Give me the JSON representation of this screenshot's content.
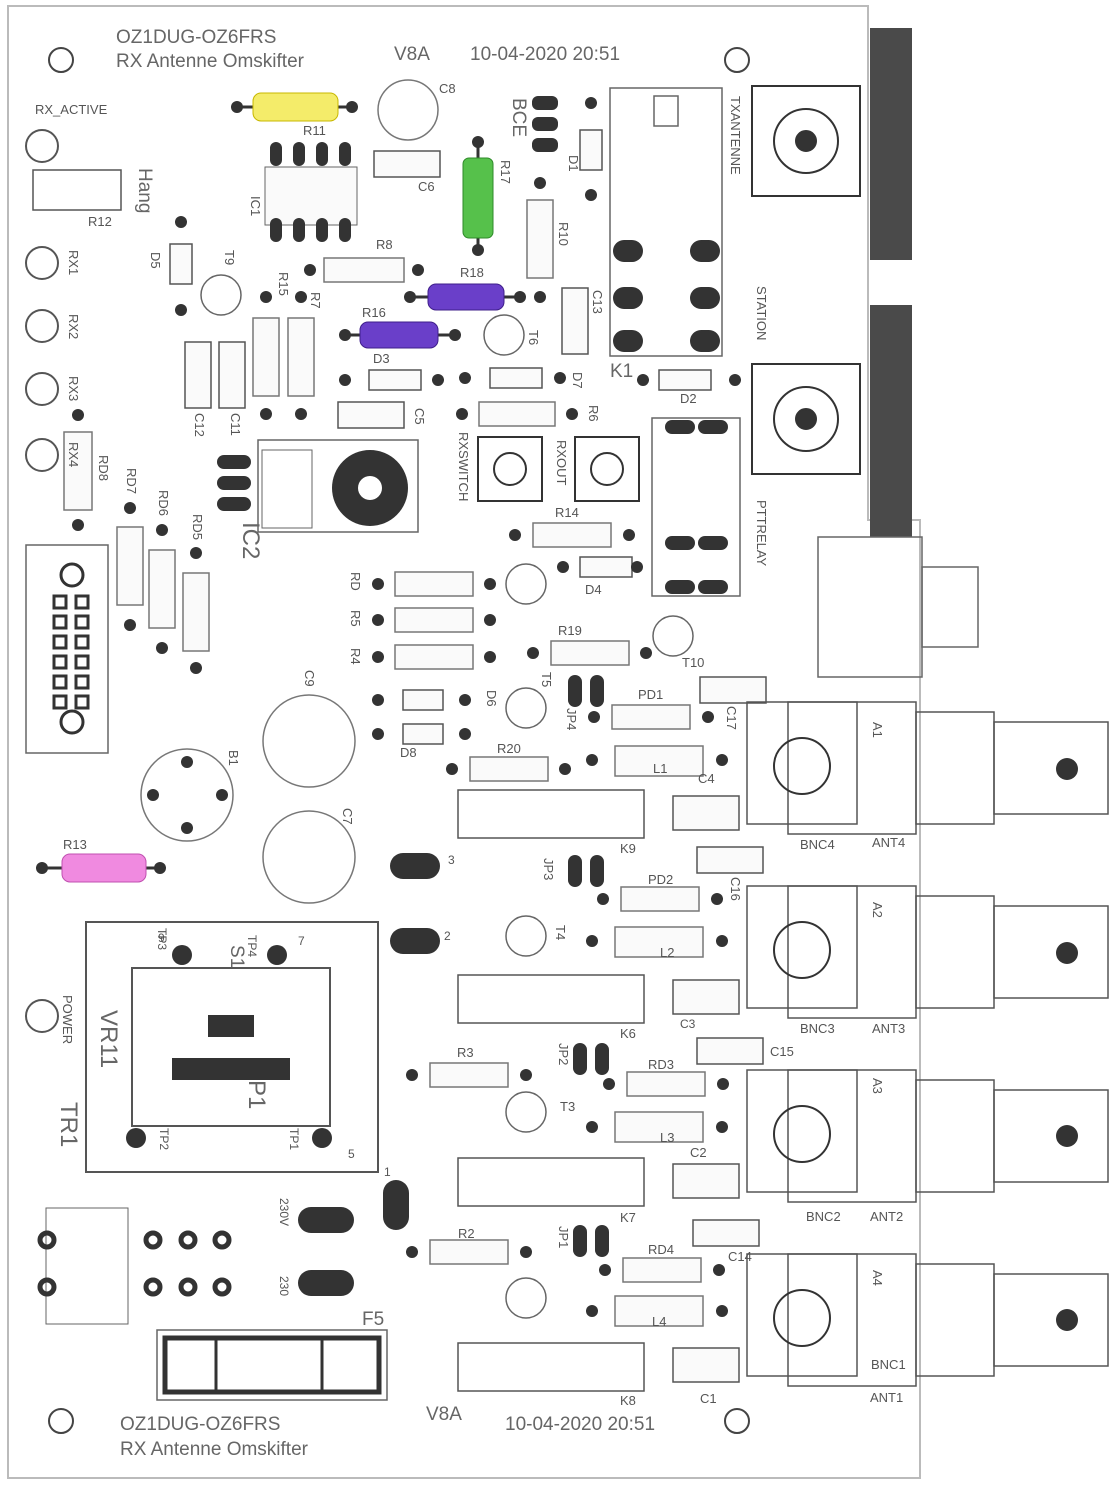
{
  "header": {
    "title_line1": "OZ1DUG-OZ6FRS",
    "title_line2": "RX Antenne Omskifter",
    "version": "V8A",
    "datetime": "10-04-2020 20:51"
  },
  "footer": {
    "title_line1": "OZ1DUG-OZ6FRS",
    "title_line2": "RX Antenne Omskifter",
    "version": "V8A",
    "datetime": "10-04-2020 20:51"
  },
  "colors": {
    "r11": "#f4ec6a",
    "r17": "#56c14b",
    "r18": "#6a3fc9",
    "r16": "#6a3fc9",
    "r13": "#f08ae0",
    "board_edge": "#bbbbbb",
    "silk": "#666666",
    "pad": "#333333",
    "dark_bar": "#4a4a4a"
  },
  "labels": {
    "rx_active": "RX_ACTIVE",
    "hang": "Hang",
    "r12": "R12",
    "r11": "R11",
    "c8": "C8",
    "c6": "C6",
    "ic1": "IC1",
    "bce": "BCE",
    "d1": "D1",
    "r17": "R17",
    "r10": "R10",
    "txantenne": "TXANTENNE",
    "d5": "D5",
    "t9": "T9",
    "r8": "R8",
    "r18": "R18",
    "r15": "R15",
    "r7": "R7",
    "r16": "R16",
    "t6": "T6",
    "c13": "C13",
    "station": "STATION",
    "rx1": "RX1",
    "rx2": "RX2",
    "rx3": "RX3",
    "rx4": "RX4",
    "d3": "D3",
    "d7": "D7",
    "k1": "K1",
    "d2": "D2",
    "c12": "C12",
    "c11": "C11",
    "c5": "C5",
    "r6": "R6",
    "rd8": "RD8",
    "rxswitch": "RXSWITCH",
    "rxout": "RXOUT",
    "ptt": "PTTRELAY",
    "rd7": "RD7",
    "rd6": "RD6",
    "rd5": "RD5",
    "ic2": "IC2",
    "r14": "R14",
    "rd": "RD",
    "r5": "R5",
    "r4": "R4",
    "d4": "D4",
    "r19": "R19",
    "t10": "T10",
    "c9": "C9",
    "t5": "T5",
    "d6": "D6",
    "jp4": "JP4",
    "pd1": "PD1",
    "c17": "C17",
    "a1": "A1",
    "d8": "D8",
    "r20": "R20",
    "l1": "L1",
    "c4": "C4",
    "b1": "B1",
    "k9": "K9",
    "bnc4": "BNC4",
    "ant4": "ANT4",
    "c7": "C7",
    "r13": "R13",
    "jp3": "JP3",
    "pd2": "PD2",
    "c16": "C16",
    "a2": "A2",
    "t4": "T4",
    "l2": "L2",
    "k6": "K6",
    "c3": "C3",
    "bnc3": "BNC3",
    "ant3": "ANT3",
    "power": "POWER",
    "vr11": "VR11",
    "tr1": "TR1",
    "tp3": "TP3",
    "tp4": "TP4",
    "s1": "S1",
    "p1": "P1",
    "tp2": "TP2",
    "tp1": "TP1",
    "r3": "R3",
    "jp2": "JP2",
    "c15": "C15",
    "rd3": "RD3",
    "a3": "A3",
    "t3": "T3",
    "l3": "L3",
    "c2": "C2",
    "k7": "K7",
    "bnc2": "BNC2",
    "ant2": "ANT2",
    "v230a": "230V",
    "v230b": "230",
    "r2": "R2",
    "jp1": "JP1",
    "c14": "C14",
    "rd4": "RD4",
    "a4": "A4",
    "l4": "L4",
    "f5": "F5",
    "k8": "K8",
    "c1": "C1",
    "bnc1": "BNC1",
    "ant1": "ANT1",
    "n1": "1",
    "n2": "2",
    "n3": "3",
    "n5": "5",
    "n7": "7",
    "n9": "9"
  }
}
